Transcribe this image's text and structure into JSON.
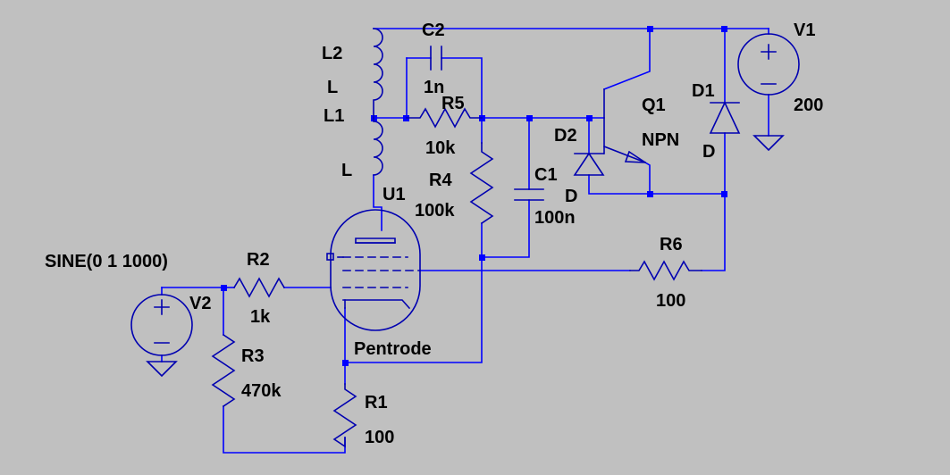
{
  "colors": {
    "background": "#c0c0c0",
    "wire": "#0000ff",
    "symbol": "#0000b0",
    "text": "#000000"
  },
  "components": {
    "V1": {
      "ref": "V1",
      "value": "200"
    },
    "V2": {
      "ref": "V2",
      "value": "SINE(0 1 1000)"
    },
    "L1": {
      "ref": "L1",
      "value": "L"
    },
    "L2": {
      "ref": "L2",
      "value": "L"
    },
    "C1": {
      "ref": "C1",
      "value": "100n"
    },
    "C2": {
      "ref": "C2",
      "value": "1n"
    },
    "R1": {
      "ref": "R1",
      "value": "100"
    },
    "R2": {
      "ref": "R2",
      "value": "1k"
    },
    "R3": {
      "ref": "R3",
      "value": "470k"
    },
    "R4": {
      "ref": "R4",
      "value": "100k"
    },
    "R5": {
      "ref": "R5",
      "value": "10k"
    },
    "R6": {
      "ref": "R6",
      "value": "100"
    },
    "D1": {
      "ref": "D1",
      "value": "D"
    },
    "D2": {
      "ref": "D2",
      "value": "D"
    },
    "Q1": {
      "ref": "Q1",
      "value": "NPN"
    },
    "U1": {
      "ref": "U1",
      "value": "Pentrode"
    }
  }
}
